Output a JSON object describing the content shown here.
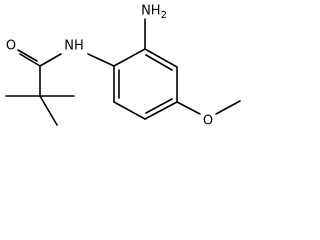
{
  "molecule": {
    "atom_labels": {
      "amide_oxygen": "O",
      "amide_nitrogen": "NH",
      "amine_group": "NH2",
      "methoxy_oxygen": "O"
    },
    "colors": {
      "bond": "#000000",
      "label": "#000000",
      "background": "#ffffff"
    }
  }
}
